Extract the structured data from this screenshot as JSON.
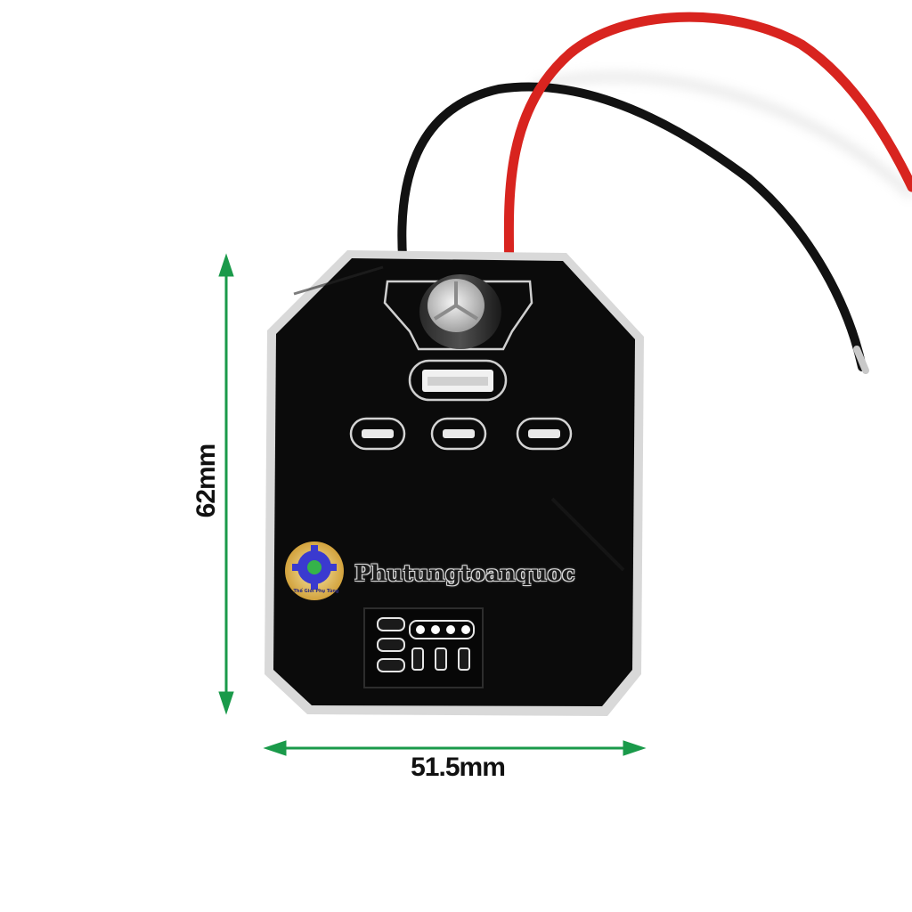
{
  "image": {
    "subject": "pcb-board-with-wires",
    "colors": {
      "board": "#0b0b0b",
      "board_edge": "#d9d9d9",
      "wire_red": "#d8241f",
      "wire_black": "#121212",
      "dimension_arrow": "#1a9a4a",
      "logo_ring": "#d9b24a",
      "logo_gear": "#3a3acf"
    }
  },
  "dimensions": {
    "height_label": "62mm",
    "width_label": "51.5mm"
  },
  "watermark": {
    "text": "Phutungtoanquoc",
    "logo_caption": "Thế Giới Phụ Tùng"
  }
}
